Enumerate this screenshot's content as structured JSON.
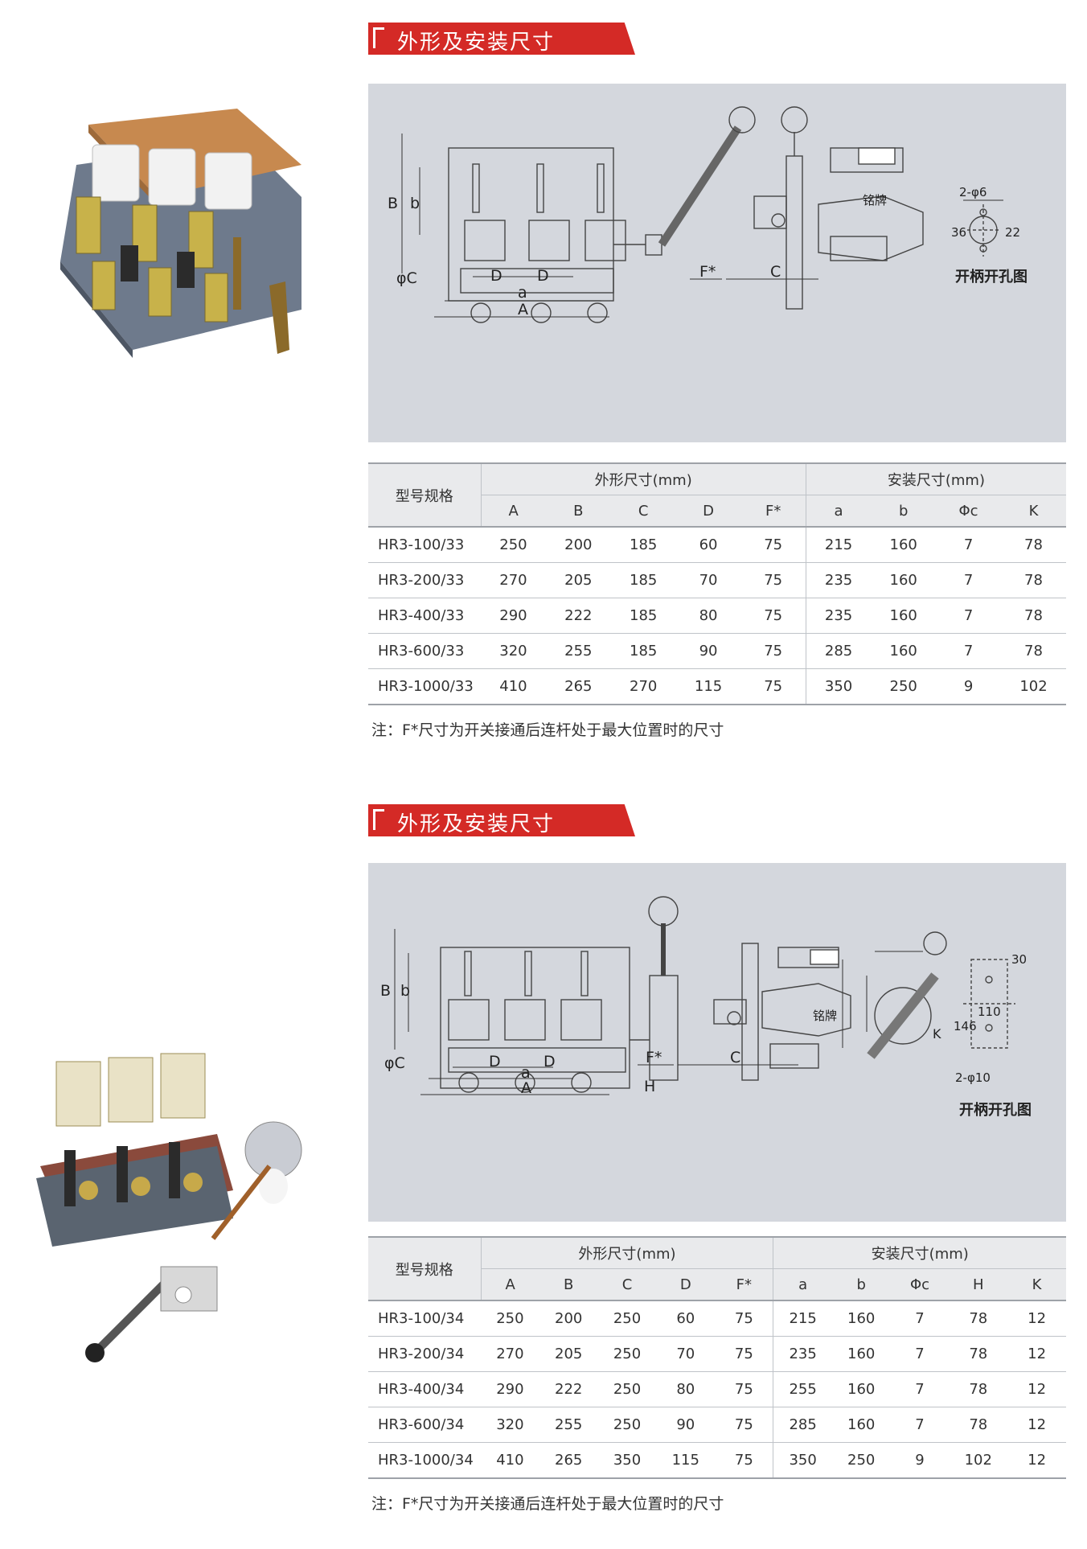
{
  "sections": [
    {
      "title": "外形及安装尺寸",
      "drawing_labels": {
        "B": "B",
        "b": "b",
        "phiC": "φC",
        "D1": "D",
        "D2": "D",
        "a": "a",
        "A": "A",
        "Fstar": "F*",
        "C": "C",
        "nameplate": "铭牌",
        "hole_spec": "2-φ6",
        "dim_36": "36",
        "dim_22": "22",
        "hole_caption": "开柄开孔图"
      },
      "table": {
        "model_header": "型号规格",
        "group_outer": "外形尺寸(mm)",
        "group_install": "安装尺寸(mm)",
        "columns_outer": [
          "A",
          "B",
          "C",
          "D",
          "F*"
        ],
        "columns_install": [
          "a",
          "b",
          "Φc",
          "K"
        ],
        "rows": [
          [
            "HR3-100/33",
            "250",
            "200",
            "185",
            "60",
            "75",
            "215",
            "160",
            "7",
            "78"
          ],
          [
            "HR3-200/33",
            "270",
            "205",
            "185",
            "70",
            "75",
            "235",
            "160",
            "7",
            "78"
          ],
          [
            "HR3-400/33",
            "290",
            "222",
            "185",
            "80",
            "75",
            "235",
            "160",
            "7",
            "78"
          ],
          [
            "HR3-600/33",
            "320",
            "255",
            "185",
            "90",
            "75",
            "285",
            "160",
            "7",
            "78"
          ],
          [
            "HR3-1000/33",
            "410",
            "265",
            "270",
            "115",
            "75",
            "350",
            "250",
            "9",
            "102"
          ]
        ]
      },
      "note": "注：F*尺寸为开关接通后连杆处于最大位置时的尺寸"
    },
    {
      "title": "外形及安装尺寸",
      "drawing_labels": {
        "B": "B",
        "b": "b",
        "phiC": "φC",
        "D1": "D",
        "D2": "D",
        "a": "a",
        "A": "A",
        "H": "H",
        "Fstar": "F*",
        "C": "C",
        "nameplate": "铭牌",
        "K": "K",
        "dim_30": "30",
        "dim_146": "146",
        "dim_110": "110",
        "hole_spec": "2-φ10",
        "hole_caption": "开柄开孔图"
      },
      "table": {
        "model_header": "型号规格",
        "group_outer": "外形尺寸(mm)",
        "group_install": "安装尺寸(mm)",
        "columns_outer": [
          "A",
          "B",
          "C",
          "D",
          "F*"
        ],
        "columns_install": [
          "a",
          "b",
          "Φc",
          "H",
          "K"
        ],
        "rows": [
          [
            "HR3-100/34",
            "250",
            "200",
            "250",
            "60",
            "75",
            "215",
            "160",
            "7",
            "78",
            "12"
          ],
          [
            "HR3-200/34",
            "270",
            "205",
            "250",
            "70",
            "75",
            "235",
            "160",
            "7",
            "78",
            "12"
          ],
          [
            "HR3-400/34",
            "290",
            "222",
            "250",
            "80",
            "75",
            "255",
            "160",
            "7",
            "78",
            "12"
          ],
          [
            "HR3-600/34",
            "320",
            "255",
            "250",
            "90",
            "75",
            "285",
            "160",
            "7",
            "78",
            "12"
          ],
          [
            "HR3-1000/34",
            "410",
            "265",
            "350",
            "115",
            "75",
            "350",
            "250",
            "9",
            "102",
            "12"
          ]
        ]
      },
      "note": "注：F*尺寸为开关接通后连杆处于最大位置时的尺寸"
    }
  ],
  "colors": {
    "banner_red": "#d42a26",
    "drawing_bg": "#d4d7dd",
    "table_header_bg": "#e9eaec"
  }
}
